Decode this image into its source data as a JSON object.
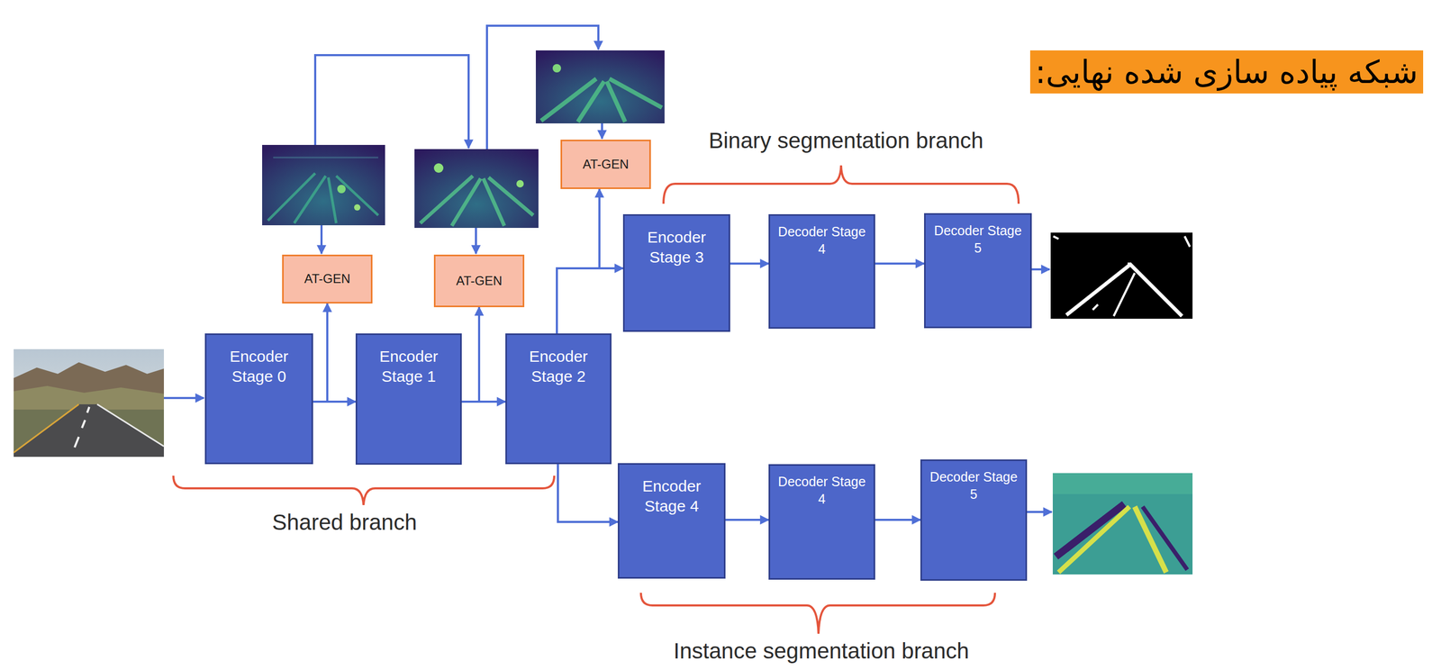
{
  "diagram": {
    "title": "شبکه پیاده سازی شده نهایی:",
    "nodes": [
      {
        "text": [
          "Encoder Stage 0"
        ]
      },
      {
        "text": [
          "AT-GEN"
        ]
      },
      {
        "text": [
          "Encoder Stage 1"
        ]
      },
      {
        "text": [
          "AT-GEN"
        ]
      },
      {
        "text": [
          "Encoder Stage 2"
        ]
      },
      {
        "text": [
          "AT-GEN"
        ]
      },
      {
        "text": [
          "Encoder Stage 3"
        ]
      },
      {
        "text": [
          "Decoder Stage 4"
        ]
      },
      {
        "text": [
          "Decoder Stage 5"
        ]
      },
      {
        "text": [
          "Encoder Stage 4"
        ]
      },
      {
        "text": [
          "Decoder Stage 4"
        ]
      },
      {
        "text": [
          "Decoder Stage 5"
        ]
      }
    ],
    "edges": [
      {
        "from": 0,
        "to": 1,
        "arrow": "to"
      },
      {
        "from": 0,
        "to": 2,
        "arrow": "to"
      },
      {
        "from": 2,
        "to": 3,
        "arrow": "to"
      },
      {
        "from": 2,
        "to": 4,
        "arrow": "to"
      },
      {
        "from": 4,
        "to": 6,
        "arrow": "to"
      },
      {
        "from": 4,
        "to": 5,
        "arrow": "to"
      },
      {
        "from": 6,
        "to": 7,
        "arrow": "to"
      },
      {
        "from": 7,
        "to": 8,
        "arrow": "to"
      },
      {
        "from": 4,
        "to": 9,
        "arrow": "to"
      },
      {
        "from": 9,
        "to": 10,
        "arrow": "to"
      },
      {
        "from": 10,
        "to": 11,
        "arrow": "to"
      }
    ],
    "labels": [
      "Shared branch",
      "Binary segmentation branch",
      "Instance segmentation branch"
    ]
  }
}
